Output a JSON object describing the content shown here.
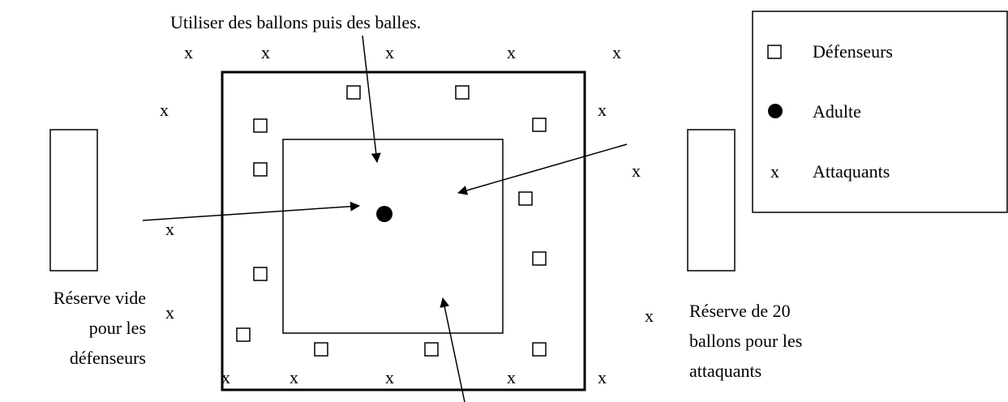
{
  "instruction": "Utiliser des ballons puis des balles.",
  "legend": {
    "items": [
      {
        "symbol": "square",
        "label": "Défenseurs"
      },
      {
        "symbol": "dot",
        "label": "Adulte"
      },
      {
        "symbol": "x",
        "label": "Attaquants"
      }
    ]
  },
  "left_reserve": {
    "lines": [
      "Réserve vide",
      "pour les",
      "défenseurs"
    ]
  },
  "right_reserve": {
    "lines": [
      "Réserve de 20",
      "ballons pour les",
      "attaquants"
    ]
  },
  "attacker_mark": "x",
  "colors": {
    "ink": "#000000",
    "background": "#ffffff"
  }
}
